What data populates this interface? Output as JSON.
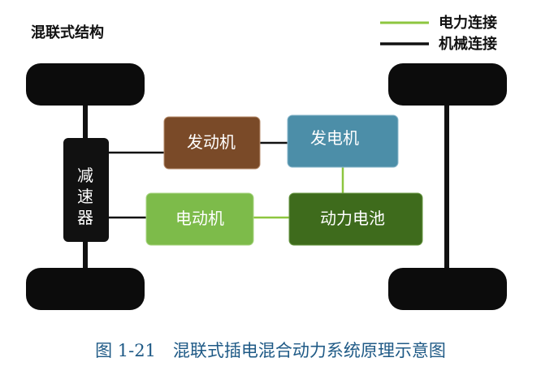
{
  "title": "混联式结构",
  "legend": {
    "electrical": {
      "label": "电力连接",
      "color": "#8dc63f"
    },
    "mechanical": {
      "label": "机械连接",
      "color": "#111111"
    }
  },
  "nodes": {
    "reducer": {
      "label": [
        "减",
        "速",
        "器"
      ],
      "color": "#111111"
    },
    "engine": {
      "label": "发动机",
      "color": "#7a4a28"
    },
    "generator": {
      "label": "发电机",
      "color": "#4c8ea8"
    },
    "motor": {
      "label": "电动机",
      "color": "#7dbb4a"
    },
    "battery": {
      "label": "动力电池",
      "color": "#3e6b1c"
    }
  },
  "wheels": {
    "color": "#0c0c0c"
  },
  "caption": "图 1-21　混联式插电混合动力系统原理示意图"
}
